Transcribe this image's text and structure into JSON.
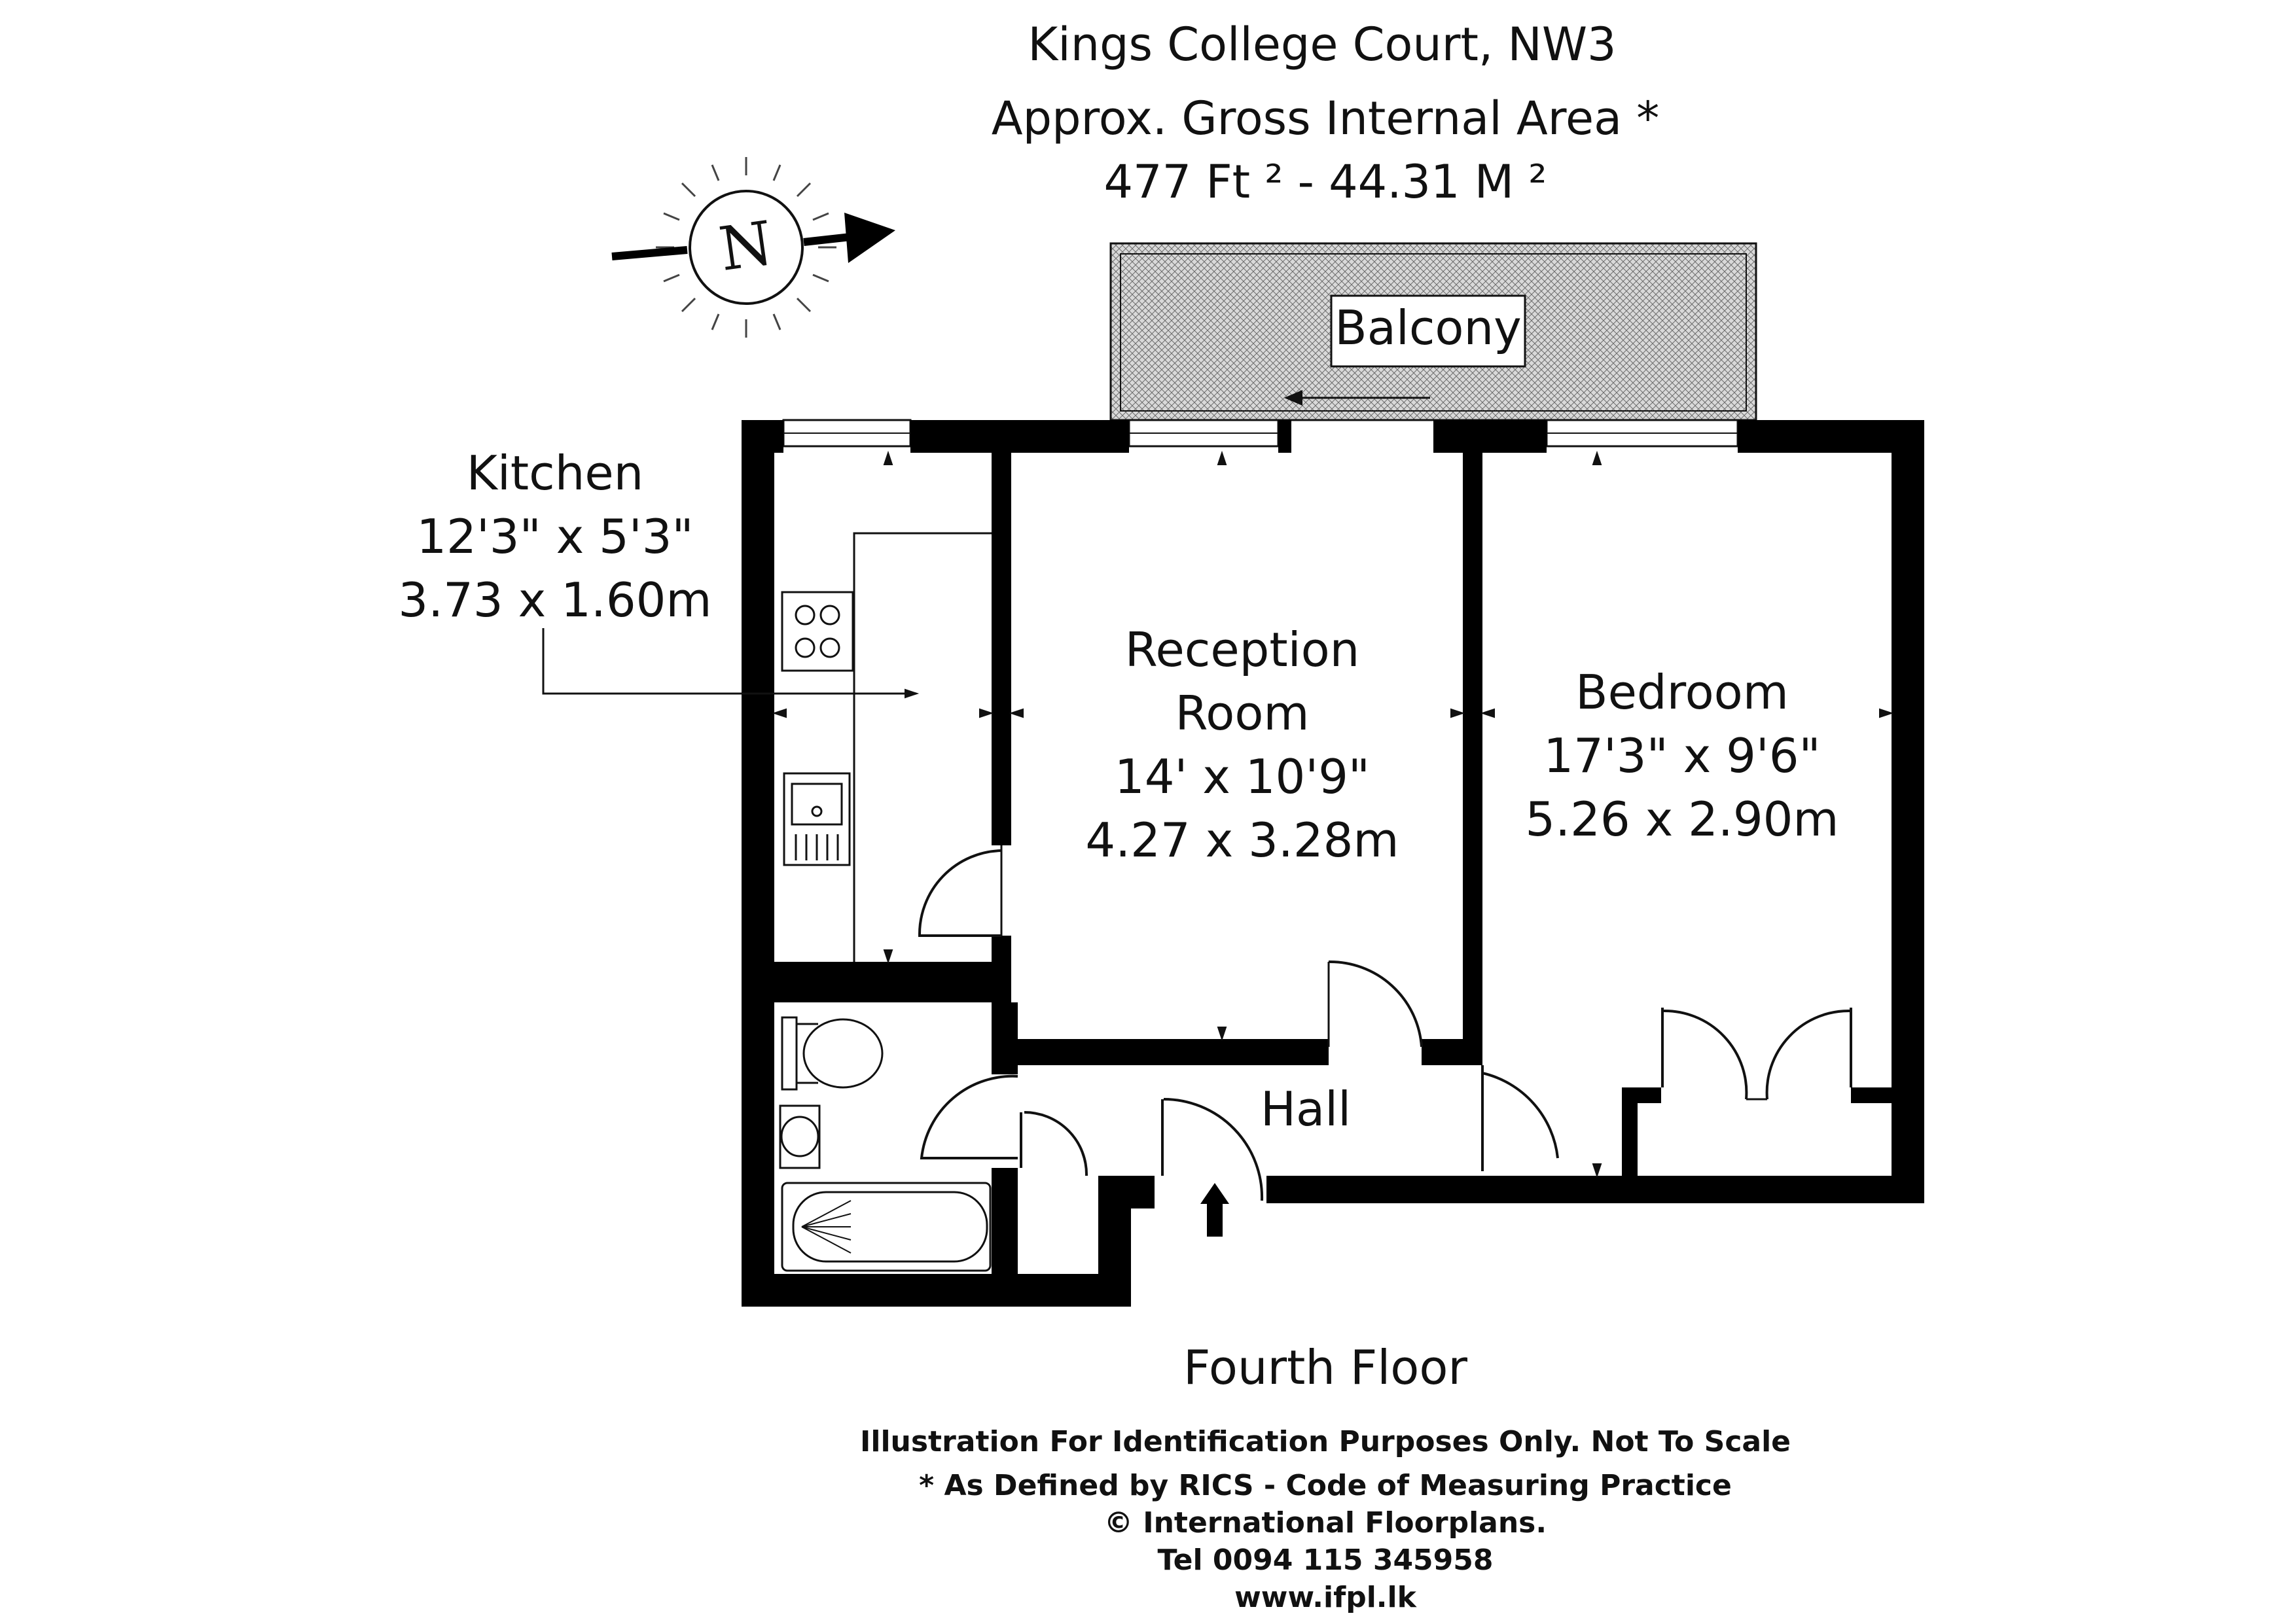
{
  "header": {
    "property": "Kings College Court, NW3",
    "area_label": "Approx. Gross Internal Area *",
    "area_value": "477 Ft ² - 44.31 M ²"
  },
  "compass": {
    "letter": "N",
    "icon": "north-compass-icon"
  },
  "rooms": {
    "balcony": {
      "name": "Balcony"
    },
    "kitchen": {
      "name": "Kitchen",
      "imperial": "12'3\" x 5'3\"",
      "metric": "3.73 x 1.60m"
    },
    "reception": {
      "name_line1": "Reception",
      "name_line2": "Room",
      "imperial": "14' x 10'9\"",
      "metric": "4.27 x 3.28m"
    },
    "bedroom": {
      "name": "Bedroom",
      "imperial": "17'3\" x 9'6\"",
      "metric": "5.26 x 2.90m"
    },
    "hall": {
      "name": "Hall"
    }
  },
  "floor_label": "Fourth Floor",
  "footer": {
    "line1": "Illustration For Identification Purposes Only. Not To Scale",
    "line2": "* As Defined by RICS - Code of Measuring Practice",
    "line3": "© International Floorplans.",
    "line4": "Tel 0094 115 345958",
    "line5": "www.ifpl.lk"
  }
}
